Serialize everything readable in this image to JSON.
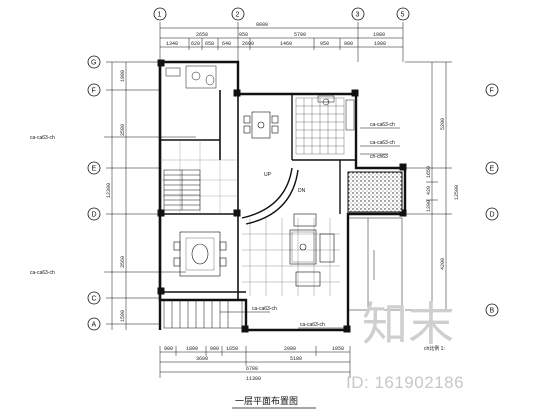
{
  "top_axes": [
    "1",
    "2",
    "3",
    "5"
  ],
  "side_axes_left": [
    "G",
    "F",
    "E",
    "D",
    "C",
    "A"
  ],
  "side_axes_right": [
    "F",
    "E",
    "D",
    "B"
  ],
  "dims": {
    "top_total": "9000",
    "top_parts": [
      "2650",
      "950",
      "5700",
      "1980"
    ],
    "top_detail": [
      "1340",
      "620",
      "650",
      "640",
      "2600",
      "1460",
      "950",
      "900",
      "1980"
    ],
    "left_vertical": [
      "1980",
      "3580",
      "12300",
      "3560",
      "1590"
    ],
    "right_vertical": [
      "5200",
      "4200",
      "12500",
      "1650",
      "420",
      "1200"
    ],
    "bottom_parts": [
      "900",
      "1800",
      "900",
      "1650",
      "2080",
      "1050"
    ],
    "bottom_mid": [
      "3600",
      "5180"
    ],
    "bottom_total": [
      "6780",
      "11300"
    ]
  },
  "annotations": {
    "leader_1": "ca-ca63-ch",
    "leader_2": "ca-ca63-ch",
    "leader_3": "ca-ca63-ch",
    "leader_4": "ca-ca63-ch",
    "leader_5": "ca-ca63-ch",
    "leader_6": "ca-ca63-ch",
    "note_up": "UP",
    "note_dn": "DN",
    "note_right": "ch-ch63",
    "scale_note": "ch比例 1:"
  },
  "title": "一层平面布置图",
  "watermark": {
    "logo": "知末",
    "id": "ID: 161902186"
  }
}
